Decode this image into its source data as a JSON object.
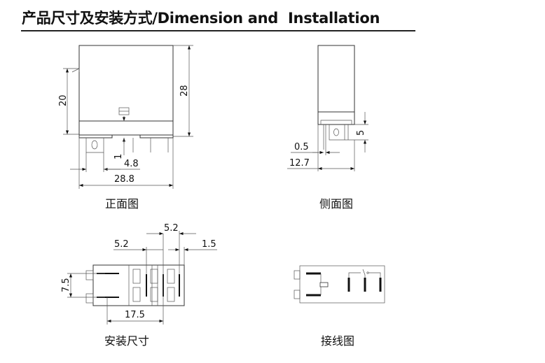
{
  "header": {
    "title": "产品尺寸及安装方式/Dimension and  Installation"
  },
  "front_view": {
    "caption": "正面图",
    "dims": {
      "height_total": "28",
      "height_body": "20",
      "pin_offset": "1",
      "tab_width": "4.8",
      "width": "28.8"
    }
  },
  "side_view": {
    "caption": "侧面图",
    "dims": {
      "tab_height": "5",
      "pin_thickness": "0.5",
      "depth": "12.7"
    }
  },
  "install_view": {
    "caption": "安装尺寸",
    "dims": {
      "pitch_a": "5.2",
      "pitch_b": "5.2",
      "edge": "1.5",
      "coil_pitch": "7.5",
      "span": "17.5"
    }
  },
  "wiring_view": {
    "caption": "接线图"
  }
}
